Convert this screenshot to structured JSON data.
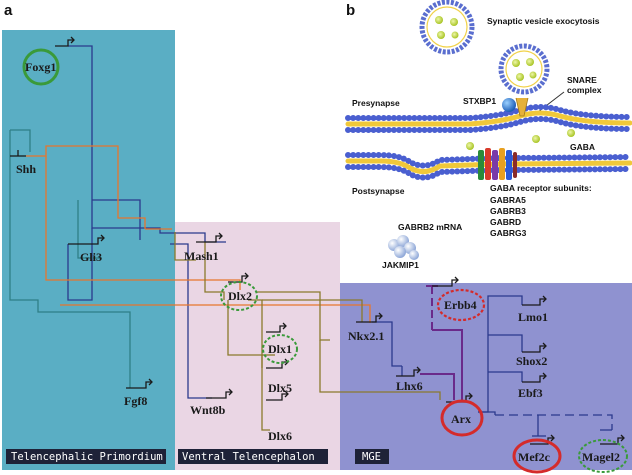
{
  "panel_a": {
    "letter": "a",
    "regions": {
      "telencephalic": "Telencephalic Primordium",
      "ventral": "Ventral Telencephalon",
      "mge": "MGE"
    },
    "genes": {
      "foxg1": "Foxg1",
      "shh": "Shh",
      "gli3": "Gli3",
      "fgf8": "Fgf8",
      "mash1": "Mash1",
      "dlx2": "Dlx2",
      "dlx1": "Dlx1",
      "dlx5": "Dlx5",
      "dlx6": "Dlx6",
      "wnt8b": "Wnt8b",
      "nkx21": "Nkx2.1",
      "lhx6": "Lhx6",
      "erbb4": "Erbb4",
      "arx": "Arx",
      "lmo1": "Lmo1",
      "shox2": "Shox2",
      "ebf3": "Ebf3",
      "mef2c": "Mef2c",
      "magel2": "Magel2"
    },
    "colors": {
      "telencephalic_bg": "#5aaec4",
      "ventral_bg": "#ead6e4",
      "mge_bg": "#8f92d0",
      "shh_orange": "#e8762c",
      "gli3_teal": "#2f7f86",
      "foxg1_navy": "#2b3a8c",
      "olive": "#8a7a2c",
      "arx_purple": "#6a2a8a",
      "circle_green": "#3a9a3a",
      "circle_red": "#d42b2b"
    }
  },
  "panel_b": {
    "letter": "b",
    "title": "Synaptic vesicle exocytosis",
    "snare": [
      "SNARE",
      "complex"
    ],
    "stxbp1": "STXBP1",
    "presynapse": "Presynapse",
    "gaba": "GABA",
    "postsynapse": "Postsynapse",
    "receptor_heading": "GABA receptor subunits:",
    "receptor_subunits": [
      "GABRA5",
      "GABRB3",
      "GABRD",
      "GABRG3"
    ],
    "mrna": "GABRB2 mRNA",
    "jakmip1": "JAKMIP1"
  }
}
